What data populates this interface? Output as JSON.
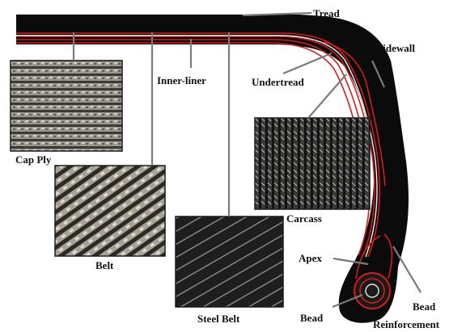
{
  "diagram": {
    "labels": {
      "tread": "Tread",
      "sidewall": "Sidewall",
      "undertread": "Undertread",
      "inner_liner": "Inner-liner",
      "cap_ply": "Cap Ply",
      "belt": "Belt",
      "carcass": "Carcass",
      "steel_belt": "Steel Belt",
      "apex": "Apex",
      "bead": "Bead",
      "bead_reinforcement_line1": "Bead",
      "bead_reinforcement_line2": "Reinforcement"
    },
    "colors": {
      "rubber": "#0b0b0b",
      "ply_lines": "#d21e1e",
      "inner_line": "#f2f2f2",
      "leader": "#7a7a7a"
    }
  }
}
